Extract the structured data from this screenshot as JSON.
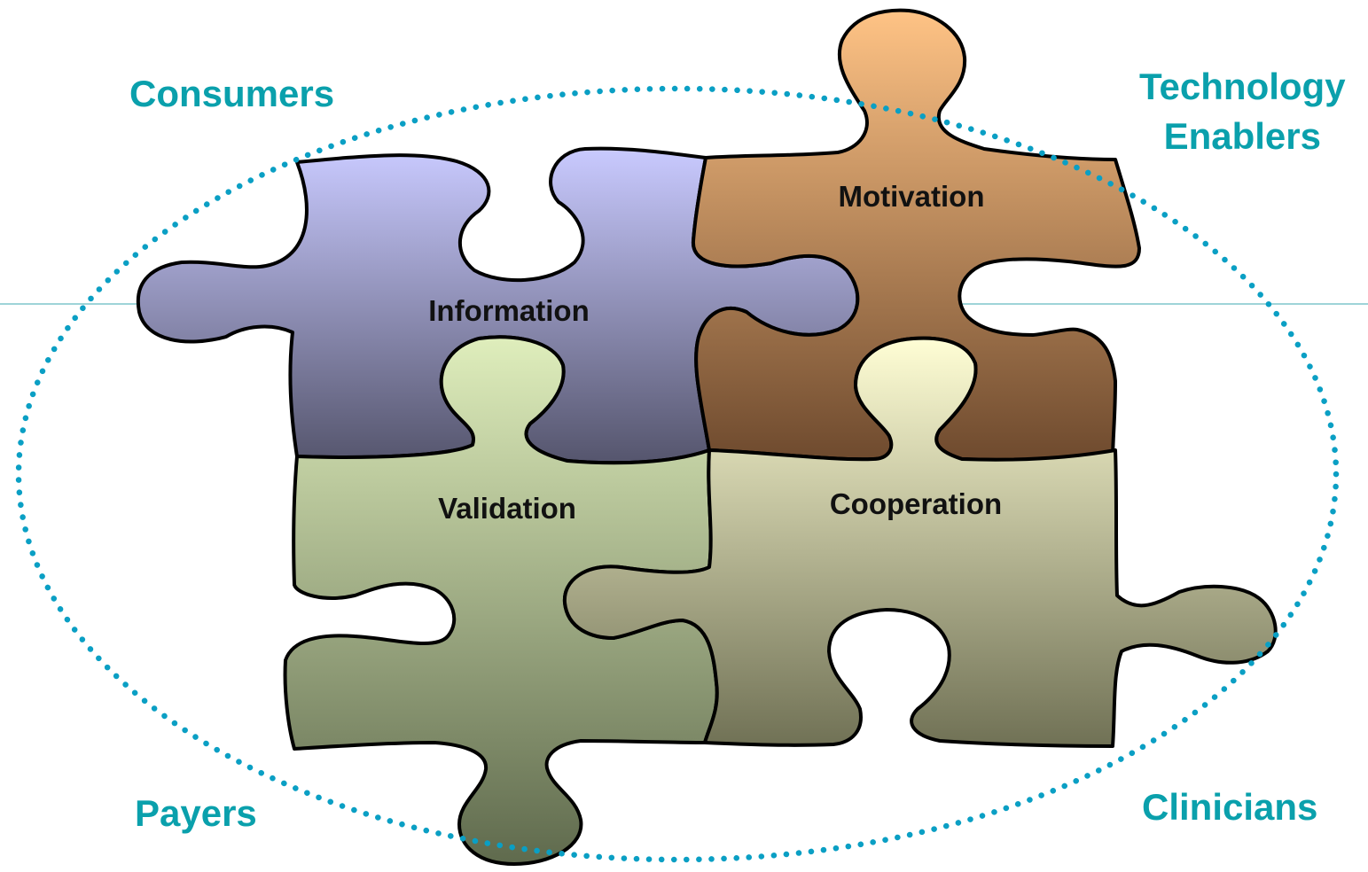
{
  "stakeholders": {
    "top_left": "Consumers",
    "top_right_line1": "Technology",
    "top_right_line2": "Enablers",
    "bottom_left": "Payers",
    "bottom_right": "Clinicians"
  },
  "pieces": {
    "information": "Information",
    "motivation": "Motivation",
    "validation": "Validation",
    "cooperation": "Cooperation"
  },
  "colors": {
    "stakeholder_text": "#0aa0ac",
    "ellipse_dots": "#0a9fc4",
    "guide_line": "#7fc6cc",
    "information_top": "#c9caff",
    "information_bottom": "#55556d",
    "motivation_top": "#ffc385",
    "motivation_bottom": "#6e4a2e",
    "validation_top": "#dfeebc",
    "validation_bottom": "#5f6a4d",
    "cooperation_top": "#fffed5",
    "cooperation_bottom": "#707155"
  }
}
